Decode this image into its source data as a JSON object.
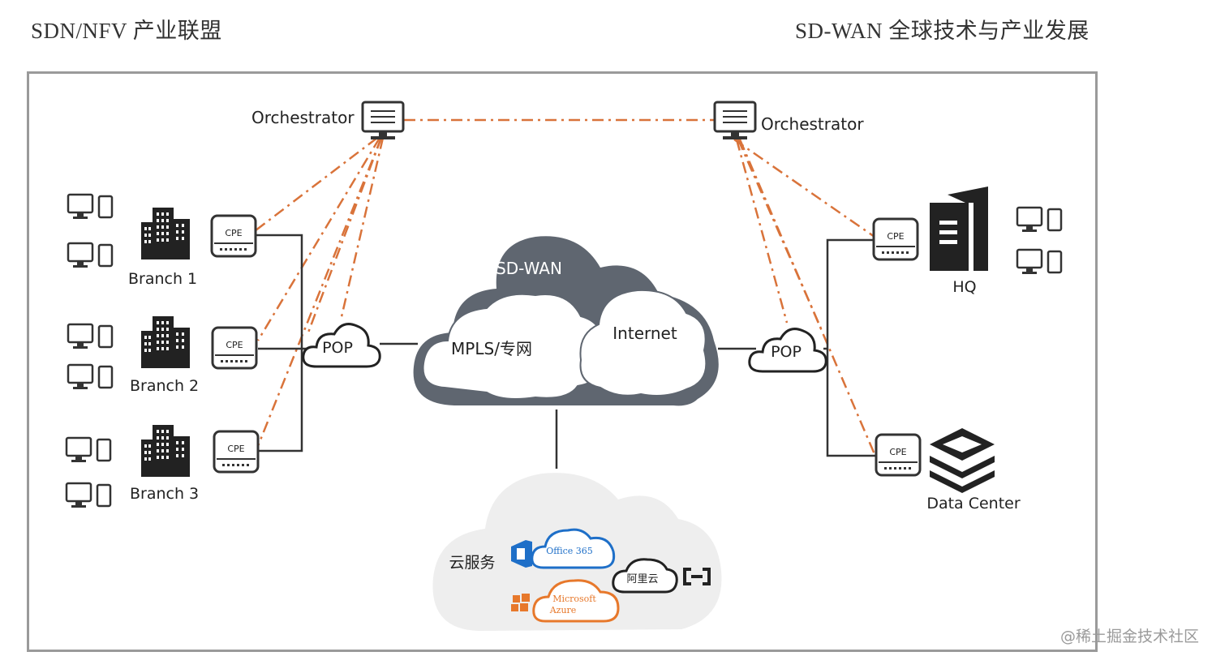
{
  "header": {
    "left": "SDN/NFV 产业联盟",
    "right": "SD-WAN 全球技术与产业发展"
  },
  "orchestrators": [
    {
      "label": "Orchestrator"
    },
    {
      "label": "Orchestrator"
    }
  ],
  "branches": [
    {
      "label": "Branch 1"
    },
    {
      "label": "Branch 2"
    },
    {
      "label": "Branch 3"
    }
  ],
  "cpe_label": "CPE",
  "pop_label": "POP",
  "core": {
    "sdwan": "SD-WAN",
    "mpls": "MPLS/专网",
    "internet": "Internet"
  },
  "sites": {
    "hq": "HQ",
    "dc": "Data Center"
  },
  "cloud_services": {
    "title": "云服务",
    "office": "Office 365",
    "aliyun": "阿里云",
    "azure_line1": "Microsoft",
    "azure_line2": "Azure"
  },
  "colors": {
    "dash": "#d9733a",
    "cloud_dark": "#5f6670",
    "cloud_light": "#eeeeee",
    "office_blue": "#1e6fc8",
    "azure_orange": "#e7782b"
  },
  "watermark": "@稀土掘金技术社区"
}
